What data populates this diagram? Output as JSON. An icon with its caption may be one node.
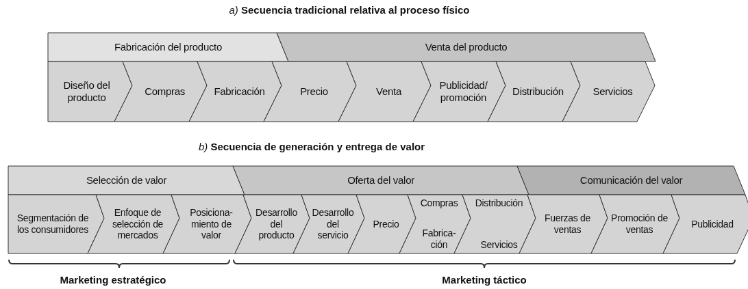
{
  "diagram": {
    "nodes": [
      {
        "text": [
          "Fabricación del producto"
        ]
      },
      {
        "text": [
          "Venta del producto"
        ]
      },
      {
        "text": [
          "Diseño del producto"
        ]
      },
      {
        "text": [
          "Compras"
        ]
      },
      {
        "text": [
          "Fabricación"
        ]
      },
      {
        "text": [
          "Precio"
        ]
      },
      {
        "text": [
          "Venta"
        ]
      },
      {
        "text": [
          "Publicidad/ promoción"
        ]
      },
      {
        "text": [
          "Distribución"
        ]
      },
      {
        "text": [
          "Servicios"
        ]
      },
      {
        "text": [
          "Selección de valor"
        ]
      },
      {
        "text": [
          "Oferta del valor"
        ]
      },
      {
        "text": [
          "Comunicación del valor"
        ]
      },
      {
        "text": [
          "Segmentación de los consumidores"
        ]
      },
      {
        "text": [
          "Enfoque de selección de mercados"
        ]
      },
      {
        "text": [
          "Posiciona- miento de valor"
        ]
      },
      {
        "text": [
          "Desarrollo del producto"
        ]
      },
      {
        "text": [
          "Desarrollo del servicio"
        ]
      },
      {
        "text": [
          "Precio"
        ]
      },
      {
        "text": [
          "Compras",
          "Fabrica- ción"
        ]
      },
      {
        "text": [
          "Distribución",
          "Servicios"
        ]
      },
      {
        "text": [
          "Fuerzas de ventas"
        ]
      },
      {
        "text": [
          "Promoción de ventas"
        ]
      },
      {
        "text": [
          "Publicidad"
        ]
      }
    ],
    "labels": [
      "*a)* **Secuencia tradicional relativa al proceso físico**",
      "*b)* **Secuencia de generación y entrega de valor**",
      "Marketing estratégico",
      "Marketing táctico"
    ]
  }
}
